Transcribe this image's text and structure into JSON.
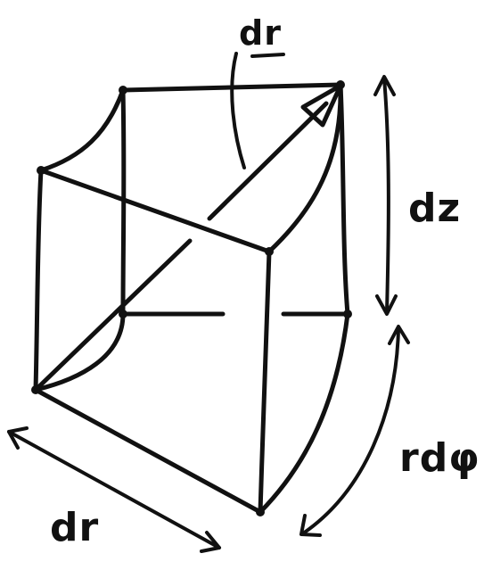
{
  "labels": {
    "dr_vector": "dr",
    "dz": "dz",
    "r_dphi": "rdφ",
    "dr": "dr"
  },
  "colors": {
    "ink": "#111111",
    "background": "#ffffff"
  }
}
